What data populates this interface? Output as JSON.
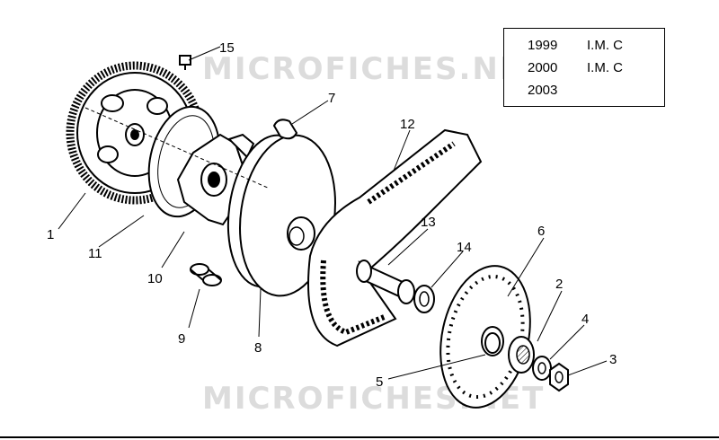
{
  "watermark": {
    "text": "MICROFICHES.NET"
  },
  "info_box": {
    "rows": [
      {
        "year": "1999",
        "model": "I.M. C"
      },
      {
        "year": "2000",
        "model": "I.M. C"
      },
      {
        "year": "2003",
        "model": ""
      }
    ]
  },
  "callouts": [
    "1",
    "2",
    "3",
    "4",
    "5",
    "6",
    "7",
    "8",
    "9",
    "10",
    "11",
    "12",
    "13",
    "14",
    "15"
  ]
}
